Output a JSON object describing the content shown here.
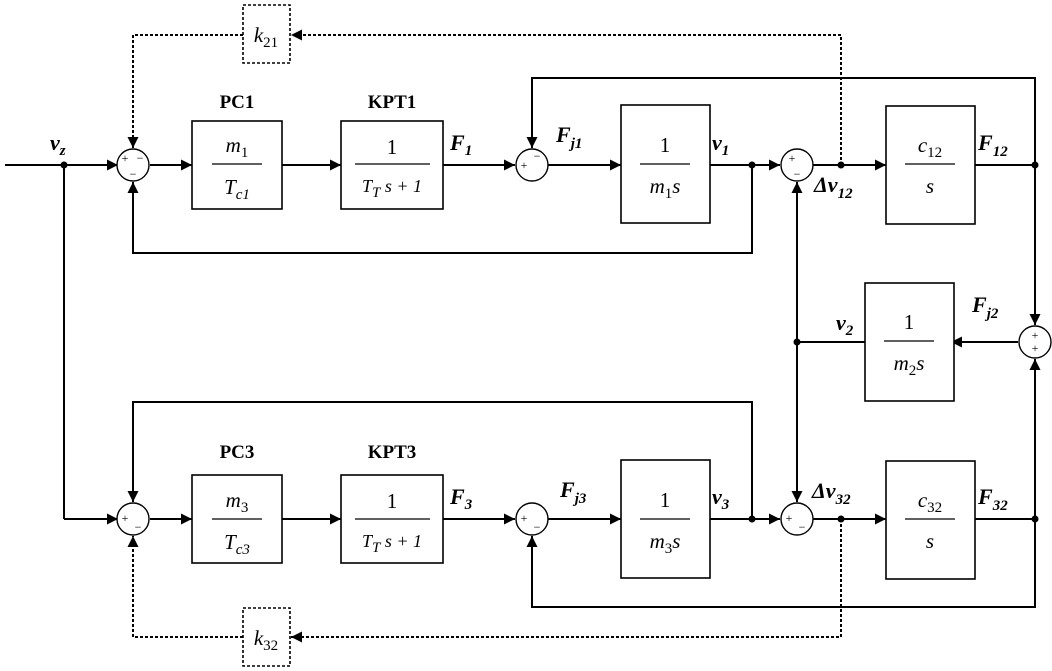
{
  "headings": {
    "pc1": "PC1",
    "kpt1": "KPT1",
    "pc3": "PC3",
    "kpt3": "KPT3"
  },
  "gains": {
    "k21": {
      "base": "k",
      "sub": "21"
    },
    "k32": {
      "base": "k",
      "sub": "32"
    }
  },
  "blocks": {
    "pc1": {
      "num_base": "m",
      "num_sub": "1",
      "den_base": "T",
      "den_sub": "c1"
    },
    "kpt1": {
      "num": "1",
      "den_base": "T",
      "den_sub": "T",
      "den_rest": "s + 1"
    },
    "m1s": {
      "num": "1",
      "den_base": "m",
      "den_sub": "1",
      "den_rest": "s"
    },
    "c12": {
      "num_base": "c",
      "num_sub": "12",
      "den": "s"
    },
    "m2s": {
      "num": "1",
      "den_base": "m",
      "den_sub": "2",
      "den_rest": "s"
    },
    "pc3": {
      "num_base": "m",
      "num_sub": "3",
      "den_base": "T",
      "den_sub": "c3"
    },
    "kpt3": {
      "num": "1",
      "den_base": "T",
      "den_sub": "T",
      "den_rest": "s + 1"
    },
    "m3s": {
      "num": "1",
      "den_base": "m",
      "den_sub": "3",
      "den_rest": "s"
    },
    "c32": {
      "num_base": "c",
      "num_sub": "32",
      "den": "s"
    }
  },
  "signals": {
    "vz": {
      "base": "v",
      "sub": "z"
    },
    "f1": {
      "base": "F",
      "sub": "1"
    },
    "fj1": {
      "base": "F",
      "sub": "j1"
    },
    "v1": {
      "base": "v",
      "sub": "1"
    },
    "dv12": {
      "base": "Δv",
      "sub": "12"
    },
    "f12": {
      "base": "F",
      "sub": "12"
    },
    "fj2": {
      "base": "F",
      "sub": "j2"
    },
    "v2": {
      "base": "v",
      "sub": "2"
    },
    "f3": {
      "base": "F",
      "sub": "3"
    },
    "fj3": {
      "base": "F",
      "sub": "j3"
    },
    "v3": {
      "base": "v",
      "sub": "3"
    },
    "dv32": {
      "base": "Δv",
      "sub": "32"
    },
    "f32": {
      "base": "F",
      "sub": "32"
    }
  },
  "sum_signs": {
    "plus": "+",
    "minus": "−"
  }
}
